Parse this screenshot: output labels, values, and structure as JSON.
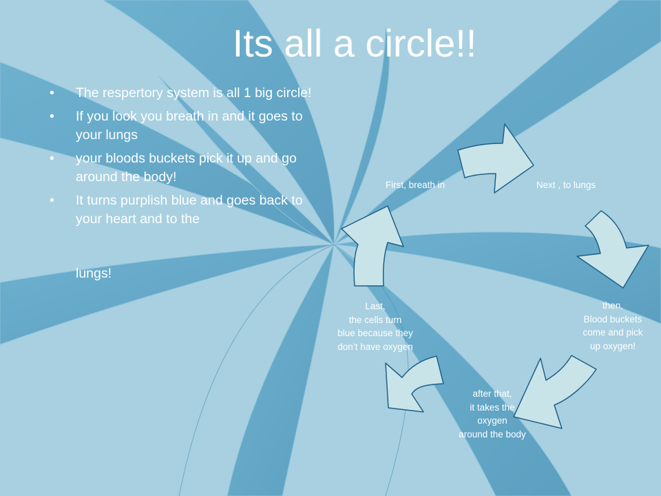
{
  "slide": {
    "title": "Its all a circle!!",
    "bullets": [
      "The respertory system is all 1 big circle!",
      "If you look you breath in and it goes to your lungs",
      "your bloods buckets pick it up and go around the body!",
      "It turns purplish blue and goes back to your heart and to the"
    ],
    "bullet_continuation": "lungs!",
    "bullet_marker": "•"
  },
  "cycle": {
    "steps": [
      "First, breath in",
      "Next , to lungs",
      "then,\nBlood buckets\ncome and pick\nup oxygen!",
      "after that,\nit takes the\noxygen\naround the body",
      "Last,\nthe cells turn\nblue because they\ndon’t have oxygen"
    ],
    "arrow_count": 5,
    "arrow_fill": "#c9e4e9",
    "arrow_outline": "#1d5f86"
  },
  "colors": {
    "background_light": "#a8d0e1",
    "background_swirl": "#64a9c8",
    "text": "#ffffff"
  }
}
